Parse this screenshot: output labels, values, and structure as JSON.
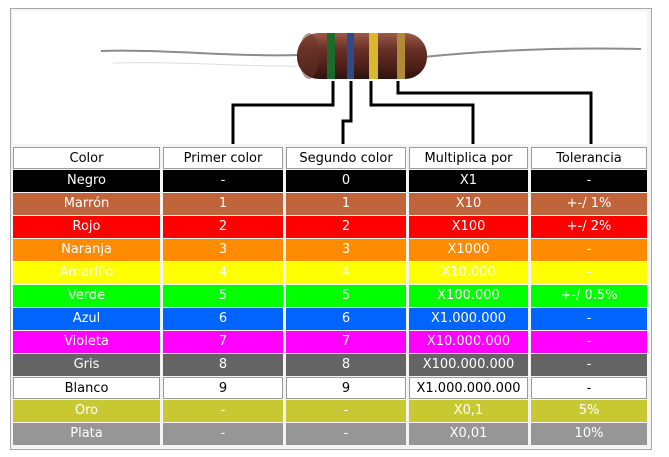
{
  "table": {
    "headers": [
      "Color",
      "Primer color",
      "Segundo color",
      "Multiplica por",
      "Tolerancia"
    ],
    "rows": [
      {
        "bg": "#000000",
        "fg": "#ffffff",
        "cells": [
          "Negro",
          "-",
          "0",
          "X1",
          "-"
        ]
      },
      {
        "bg": "#c0643c",
        "fg": "#ffffff",
        "cells": [
          "Marrón",
          "1",
          "1",
          "X10",
          "+-/ 1%"
        ]
      },
      {
        "bg": "#ff0000",
        "fg": "#ffffff",
        "cells": [
          "Rojo",
          "2",
          "2",
          "X100",
          "+-/ 2%"
        ]
      },
      {
        "bg": "#ff8c00",
        "fg": "#ffffff",
        "cells": [
          "Naranja",
          "3",
          "3",
          "X1000",
          "-"
        ]
      },
      {
        "bg": "#ffff00",
        "fg": "#ffffff",
        "cells": [
          "Amarillo",
          "4",
          "4",
          "X10.000",
          "-"
        ]
      },
      {
        "bg": "#00ff00",
        "fg": "#ffffff",
        "cells": [
          "Verde",
          "5",
          "5",
          "X100.000",
          "+-/ 0.5%"
        ]
      },
      {
        "bg": "#0064ff",
        "fg": "#ffffff",
        "cells": [
          "Azul",
          "6",
          "6",
          "X1.000.000",
          "-"
        ]
      },
      {
        "bg": "#ff00ff",
        "fg": "#ffffff",
        "cells": [
          "Violeta",
          "7",
          "7",
          "X10.000.000",
          "-"
        ]
      },
      {
        "bg": "#646464",
        "fg": "#ffffff",
        "cells": [
          "Gris",
          "8",
          "8",
          "X100.000.000",
          "-"
        ]
      },
      {
        "bg": "#ffffff",
        "fg": "#000000",
        "cells": [
          "Blanco",
          "9",
          "9",
          "X1.000.000.000",
          "-"
        ]
      },
      {
        "bg": "#c8c832",
        "fg": "#ffffff",
        "cells": [
          "Oro",
          "-",
          "-",
          "X0,1",
          "5%"
        ]
      },
      {
        "bg": "#969696",
        "fg": "#ffffff",
        "cells": [
          "Plata",
          "-",
          "-",
          "X0,01",
          "10%"
        ]
      }
    ]
  },
  "resistor": {
    "bands": [
      {
        "color_name": "green",
        "hex": "#1a6b2a"
      },
      {
        "color_name": "blue",
        "hex": "#2d4a8a"
      },
      {
        "color_name": "yellow",
        "hex": "#d8b830"
      },
      {
        "color_name": "gold",
        "hex": "#b08a3a"
      }
    ],
    "body_color": "#5a2a22",
    "lead_color": "#8c8c8c"
  }
}
